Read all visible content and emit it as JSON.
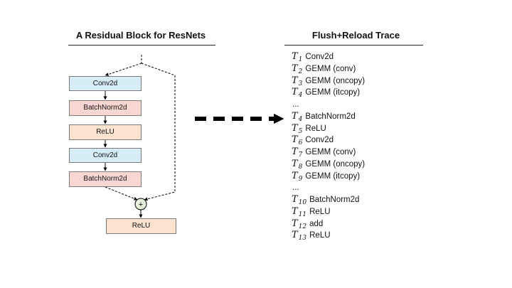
{
  "left_panel": {
    "title": "A Residual Block for ResNets",
    "blocks": [
      {
        "label": "Conv2d",
        "kind": "conv"
      },
      {
        "label": "BatchNorm2d",
        "kind": "bn"
      },
      {
        "label": "ReLU",
        "kind": "relu"
      },
      {
        "label": "Conv2d",
        "kind": "conv"
      },
      {
        "label": "BatchNorm2d",
        "kind": "bn"
      }
    ],
    "add_symbol": "+",
    "output_block": {
      "label": "ReLU",
      "kind": "relu"
    }
  },
  "right_panel": {
    "title": "Flush+Reload Trace",
    "entries": [
      {
        "sym": "T",
        "sub": "1",
        "op": "Conv2d"
      },
      {
        "sym": "T",
        "sub": "2",
        "op": "GEMM (conv)"
      },
      {
        "sym": "T",
        "sub": "3",
        "op": "GEMM (oncopy)"
      },
      {
        "sym": "T",
        "sub": "4",
        "op": "GEMM (itcopy)"
      },
      {
        "sym": "",
        "sub": "",
        "op": "..."
      },
      {
        "sym": "T",
        "sub": "4",
        "op": "BatchNorm2d"
      },
      {
        "sym": "T",
        "sub": "5",
        "op": "ReLU"
      },
      {
        "sym": "T",
        "sub": "6",
        "op": "Conv2d"
      },
      {
        "sym": "T",
        "sub": "7",
        "op": "GEMM (conv)"
      },
      {
        "sym": "T",
        "sub": "8",
        "op": "GEMM (oncopy)"
      },
      {
        "sym": "T",
        "sub": "9",
        "op": "GEMM (itcopy)"
      },
      {
        "sym": "",
        "sub": "",
        "op": "..."
      },
      {
        "sym": "T",
        "sub": "10",
        "op": "BatchNorm2d"
      },
      {
        "sym": "T",
        "sub": "11",
        "op": "ReLU"
      },
      {
        "sym": "T",
        "sub": "12",
        "op": "add"
      },
      {
        "sym": "T",
        "sub": "13",
        "op": "ReLU"
      }
    ]
  },
  "colors": {
    "conv": "#d6edf7",
    "batchnorm": "#f9d6d2",
    "relu": "#fce3d0",
    "add_node": "#e6f3da",
    "arrow": "#000000"
  }
}
